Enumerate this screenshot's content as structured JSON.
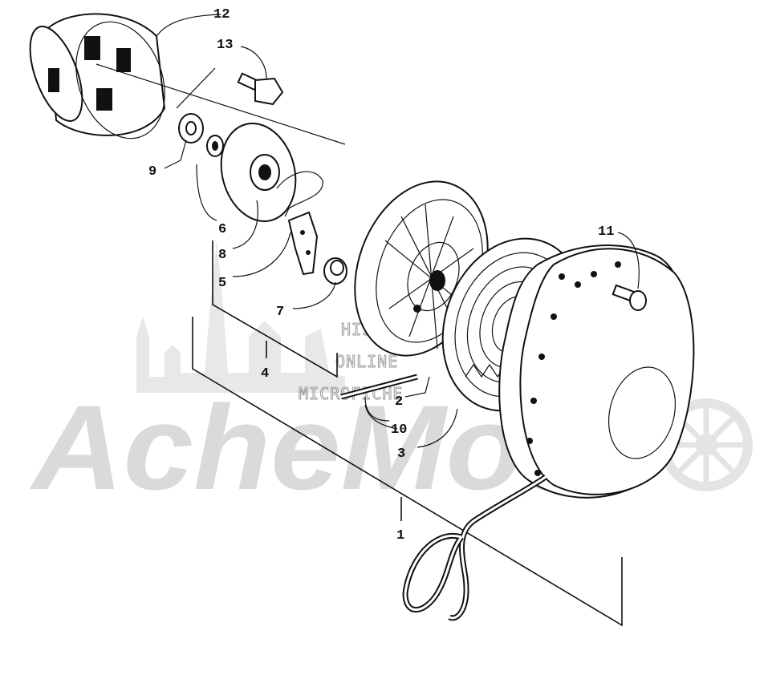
{
  "watermark": {
    "brand": "AcheMoto",
    "lines": [
      "HISM'S",
      "ONLINE",
      "MICROFICHE"
    ]
  },
  "callouts": [
    {
      "id": "c12",
      "label": "12"
    },
    {
      "id": "c13",
      "label": "13"
    },
    {
      "id": "c9",
      "label": "9"
    },
    {
      "id": "c6",
      "label": "6"
    },
    {
      "id": "c8",
      "label": "8"
    },
    {
      "id": "c5",
      "label": "5"
    },
    {
      "id": "c7",
      "label": "7"
    },
    {
      "id": "c4",
      "label": "4"
    },
    {
      "id": "c11",
      "label": "11"
    },
    {
      "id": "c2",
      "label": "2"
    },
    {
      "id": "c10",
      "label": "10"
    },
    {
      "id": "c3",
      "label": "3"
    },
    {
      "id": "c1",
      "label": "1"
    }
  ]
}
